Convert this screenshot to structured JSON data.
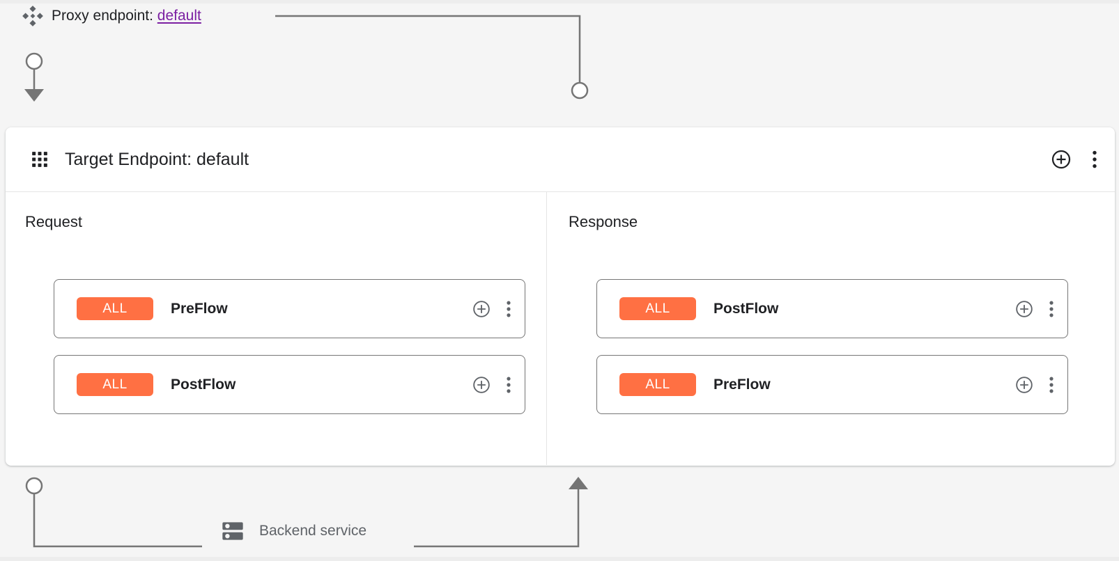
{
  "colors": {
    "background": "#f5f5f5",
    "panel": "#ffffff",
    "badge_orange": "#FF7043",
    "link_purple": "#7B1FA2",
    "connector_gray": "#757575",
    "text_primary": "#202124",
    "text_secondary": "#5f6368"
  },
  "proxy": {
    "icon": "proxy-diamond-icon",
    "label": "Proxy endpoint:",
    "endpoint_name": "default"
  },
  "panel": {
    "icon": "apps-grid-icon",
    "title": "Target Endpoint: default",
    "actions": {
      "add": "add-circle-icon",
      "menu": "more-vert-icon"
    }
  },
  "columns": [
    {
      "id": "request",
      "label": "Request",
      "direction": "down",
      "cards": [
        {
          "badge": "ALL",
          "name": "PreFlow",
          "add": "add-circle-icon",
          "menu": "more-vert-icon"
        },
        {
          "badge": "ALL",
          "name": "PostFlow",
          "add": "add-circle-icon",
          "menu": "more-vert-icon"
        }
      ]
    },
    {
      "id": "response",
      "label": "Response",
      "direction": "up",
      "cards": [
        {
          "badge": "ALL",
          "name": "PostFlow",
          "add": "add-circle-icon",
          "menu": "more-vert-icon"
        },
        {
          "badge": "ALL",
          "name": "PreFlow",
          "add": "add-circle-icon",
          "menu": "more-vert-icon"
        }
      ]
    }
  ],
  "backend": {
    "icon": "server-rack-icon",
    "label": "Backend service"
  }
}
